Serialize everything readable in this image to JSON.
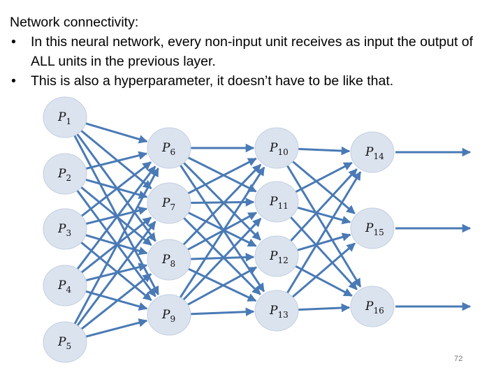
{
  "slide": {
    "heading": "Network connectivity:",
    "bullets": [
      "In this neural network, every non-input unit receives as input the output of ALL units in the previous layer.",
      "This is also a hyperparameter, it doesn’t have to be like that."
    ],
    "page_number": "72"
  },
  "colors": {
    "edge": "#4a7ab5",
    "node_fill": "#dbe3ef",
    "node_stroke": "#c3cfe0"
  },
  "network": {
    "layers": [
      [
        {
          "base": "P",
          "sub": "1"
        },
        {
          "base": "P",
          "sub": "2"
        },
        {
          "base": "P",
          "sub": "3"
        },
        {
          "base": "P",
          "sub": "4"
        },
        {
          "base": "P",
          "sub": "5"
        }
      ],
      [
        {
          "base": "P",
          "sub": "6"
        },
        {
          "base": "P",
          "sub": "7"
        },
        {
          "base": "P",
          "sub": "8"
        },
        {
          "base": "P",
          "sub": "9"
        }
      ],
      [
        {
          "base": "P",
          "sub": "10"
        },
        {
          "base": "P",
          "sub": "11"
        },
        {
          "base": "P",
          "sub": "12"
        },
        {
          "base": "P",
          "sub": "13"
        }
      ],
      [
        {
          "base": "P",
          "sub": "14"
        },
        {
          "base": "P",
          "sub": "15"
        },
        {
          "base": "P",
          "sub": "16"
        }
      ]
    ],
    "outputs_per_final_unit": 1
  }
}
